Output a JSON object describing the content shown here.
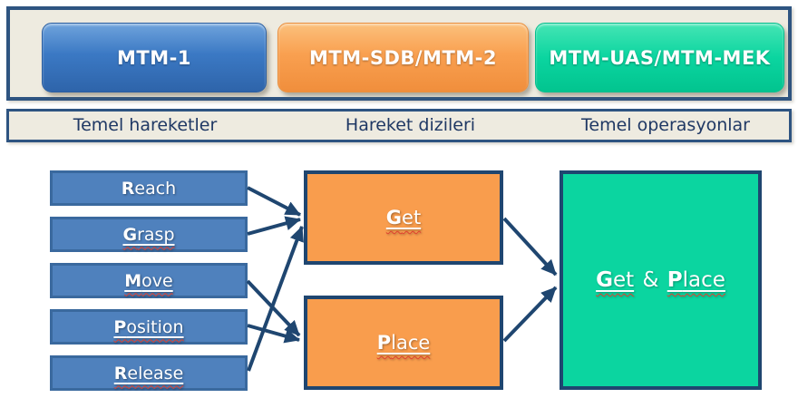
{
  "palette": {
    "container_border_navy": "#2E5481",
    "box_border_navy": "#1F4670",
    "cream_background": "#EEEBE0",
    "blue_fill": "#4F81BD",
    "orange_fill": "#F99D4D",
    "green_fill": "#0BD5A0",
    "arrow_color": "#1F4670",
    "band_text": "#1F3864",
    "squiggle_red": "#E0402F"
  },
  "method_bar": {
    "buttons": [
      {
        "label": "MTM-1",
        "variant": "blue"
      },
      {
        "label": "MTM-SDB/MTM-2",
        "variant": "orange"
      },
      {
        "label": "MTM-UAS/MTM-MEK",
        "variant": "green"
      }
    ]
  },
  "category_bar": {
    "labels": [
      "Temel hareketler",
      "Hareket dizileri",
      "Temel operasyonlar"
    ]
  },
  "flow": {
    "basic_motions": [
      {
        "lead": "R",
        "rest": "each"
      },
      {
        "lead": "G",
        "rest": "rasp"
      },
      {
        "lead": "M",
        "rest": "ove"
      },
      {
        "lead": "P",
        "rest": "osition"
      },
      {
        "lead": "R",
        "rest": "elease"
      }
    ],
    "sequences": [
      {
        "lead": "G",
        "rest": "et"
      },
      {
        "lead": "P",
        "rest": "lace"
      }
    ],
    "operation": {
      "word1": {
        "lead": "G",
        "rest": "et"
      },
      "separator": " & ",
      "word2": {
        "lead": "P",
        "rest": "lace"
      }
    }
  }
}
